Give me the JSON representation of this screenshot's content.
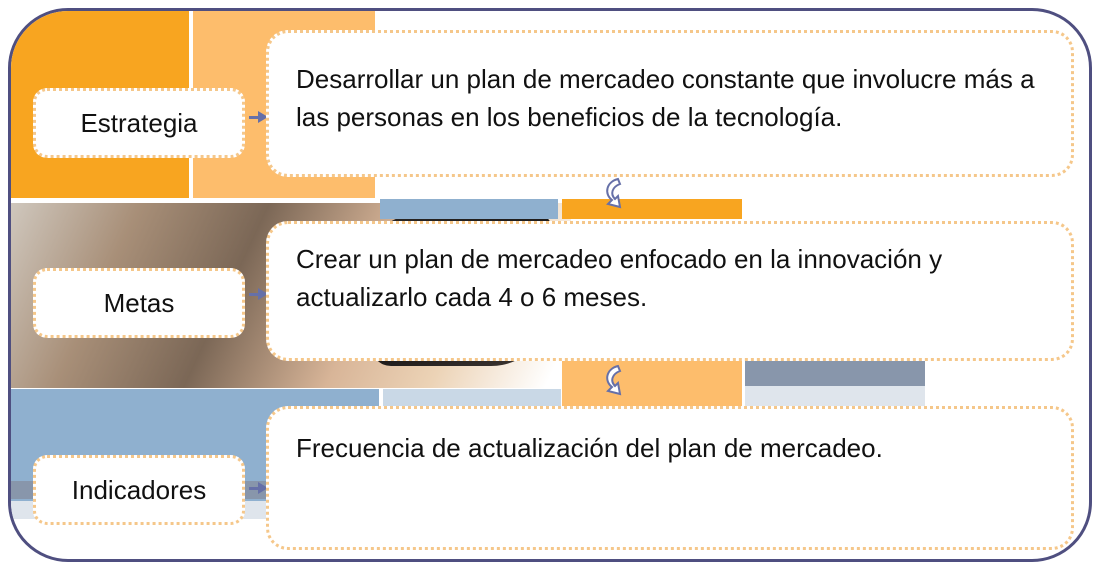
{
  "rows": [
    {
      "label": "Estrategia",
      "text": "Desarrollar un plan de mercadeo constante que involucre más a las personas en los beneficios de la tecnología."
    },
    {
      "label": "Metas",
      "text": "Crear un plan de mercadeo enfocado en la innovación y actualizarlo cada 4 o 6 meses."
    },
    {
      "label": "Indicadores",
      "text": "Frecuencia de actualización del plan de mercadeo."
    }
  ],
  "colors": {
    "frame": "#4f4f80",
    "box_border": "#f5c78a",
    "arrow": "#6670a8",
    "orange": "#f8a520"
  },
  "icons": [
    "arrow-right-icon",
    "curved-down-arrow-icon"
  ]
}
